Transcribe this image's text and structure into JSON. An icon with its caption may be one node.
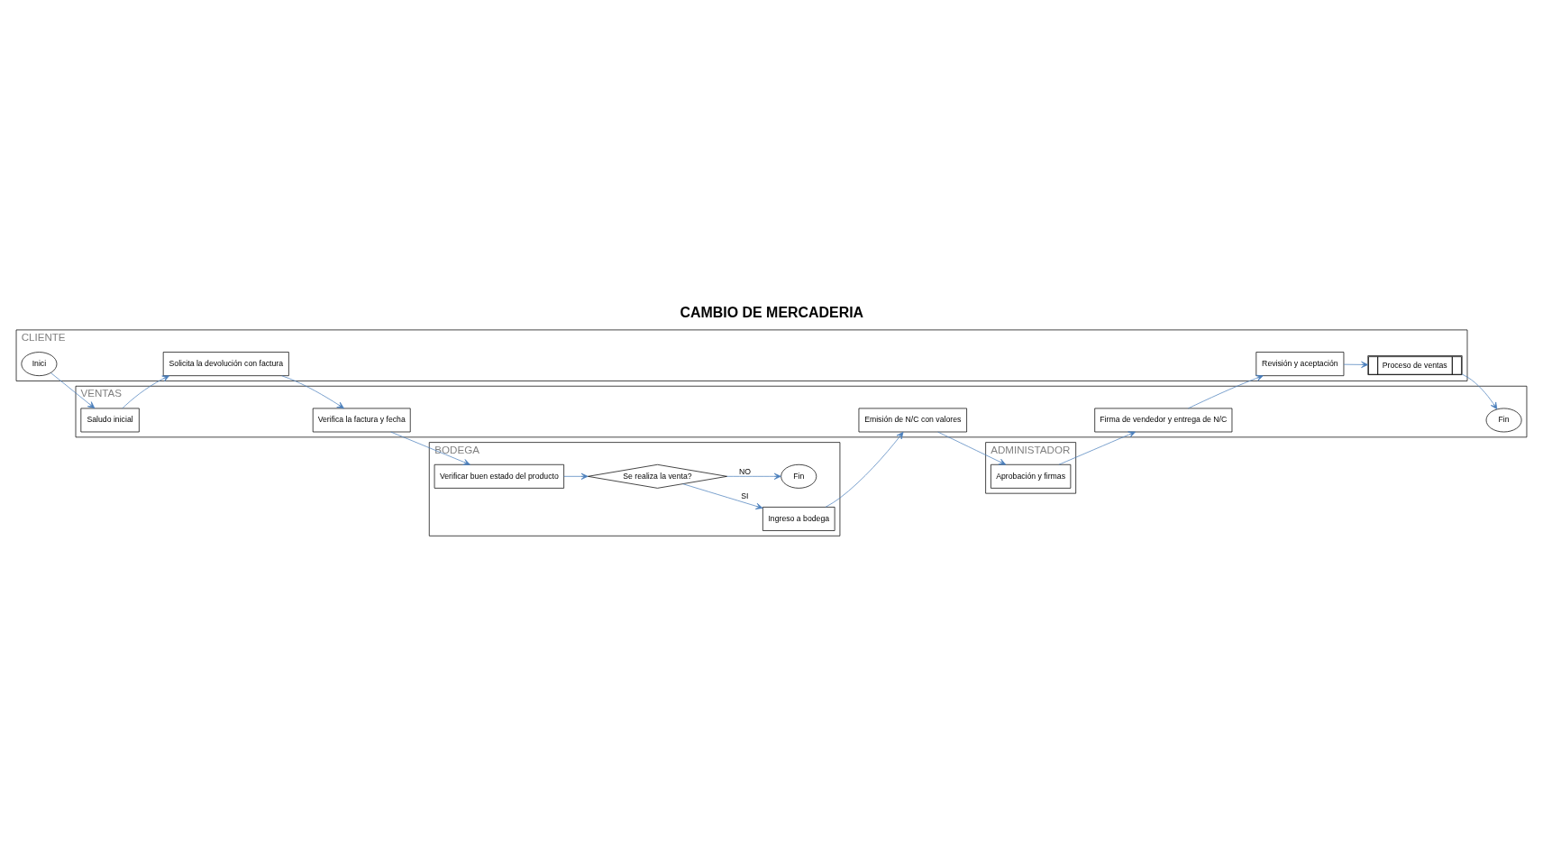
{
  "diagram": {
    "title": "CAMBIO DE MERCADERIA",
    "nodes": [
      {
        "text": [
          "CLIENTE"
        ]
      },
      {
        "text": [
          "Inici"
        ],
        "in": 0
      },
      {
        "text": [
          "Solicita la devolución con factura"
        ],
        "in": 0
      },
      {
        "text": [
          "Revisión y aceptación"
        ],
        "in": 0
      },
      {
        "text": [
          "Proceso de ventas"
        ],
        "in": 0
      },
      {
        "text": [
          "VENTAS"
        ]
      },
      {
        "text": [
          "Saludo inicial"
        ],
        "in": 5
      },
      {
        "text": [
          "Verifica la factura y fecha"
        ],
        "in": 5
      },
      {
        "text": [
          "Emisión de N/C con valores"
        ],
        "in": 5
      },
      {
        "text": [
          "Firma de vendedor y entrega de N/C"
        ],
        "in": 5
      },
      {
        "text": [
          "Fin"
        ],
        "in": 5
      },
      {
        "text": [
          "BODEGA"
        ]
      },
      {
        "text": [
          "Ingreso a bodega"
        ],
        "in": 11
      },
      {
        "text": [
          "Verificar buen estado del producto"
        ],
        "in": 11
      },
      {
        "text": [
          "Se realiza la venta?"
        ],
        "in": 11
      },
      {
        "text": [
          "Fin"
        ],
        "in": 11
      },
      {
        "text": [
          "ADMINISTADOR"
        ]
      },
      {
        "text": [
          "Aprobación y firmas"
        ],
        "in": 16
      }
    ],
    "edges": [
      {
        "from": 1,
        "to": 6,
        "arrow": "to"
      },
      {
        "from": 6,
        "to": 2,
        "arrow": "to"
      },
      {
        "from": 2,
        "to": 7,
        "arrow": "to"
      },
      {
        "from": 7,
        "to": 13,
        "arrow": "to"
      },
      {
        "from": 13,
        "to": 14,
        "arrow": "to"
      },
      {
        "from": 14,
        "to": 12,
        "arrow": "to",
        "label": "SI"
      },
      {
        "from": 14,
        "to": 15,
        "arrow": "to",
        "label": "NO"
      },
      {
        "from": 12,
        "to": 8,
        "arrow": "to"
      },
      {
        "from": 8,
        "to": 17,
        "arrow": "to"
      },
      {
        "from": 17,
        "to": 9,
        "arrow": "to"
      },
      {
        "from": 9,
        "to": 3,
        "arrow": "to"
      },
      {
        "from": 3,
        "to": 4,
        "arrow": "to"
      },
      {
        "from": 4,
        "to": 10,
        "arrow": "to"
      }
    ]
  }
}
